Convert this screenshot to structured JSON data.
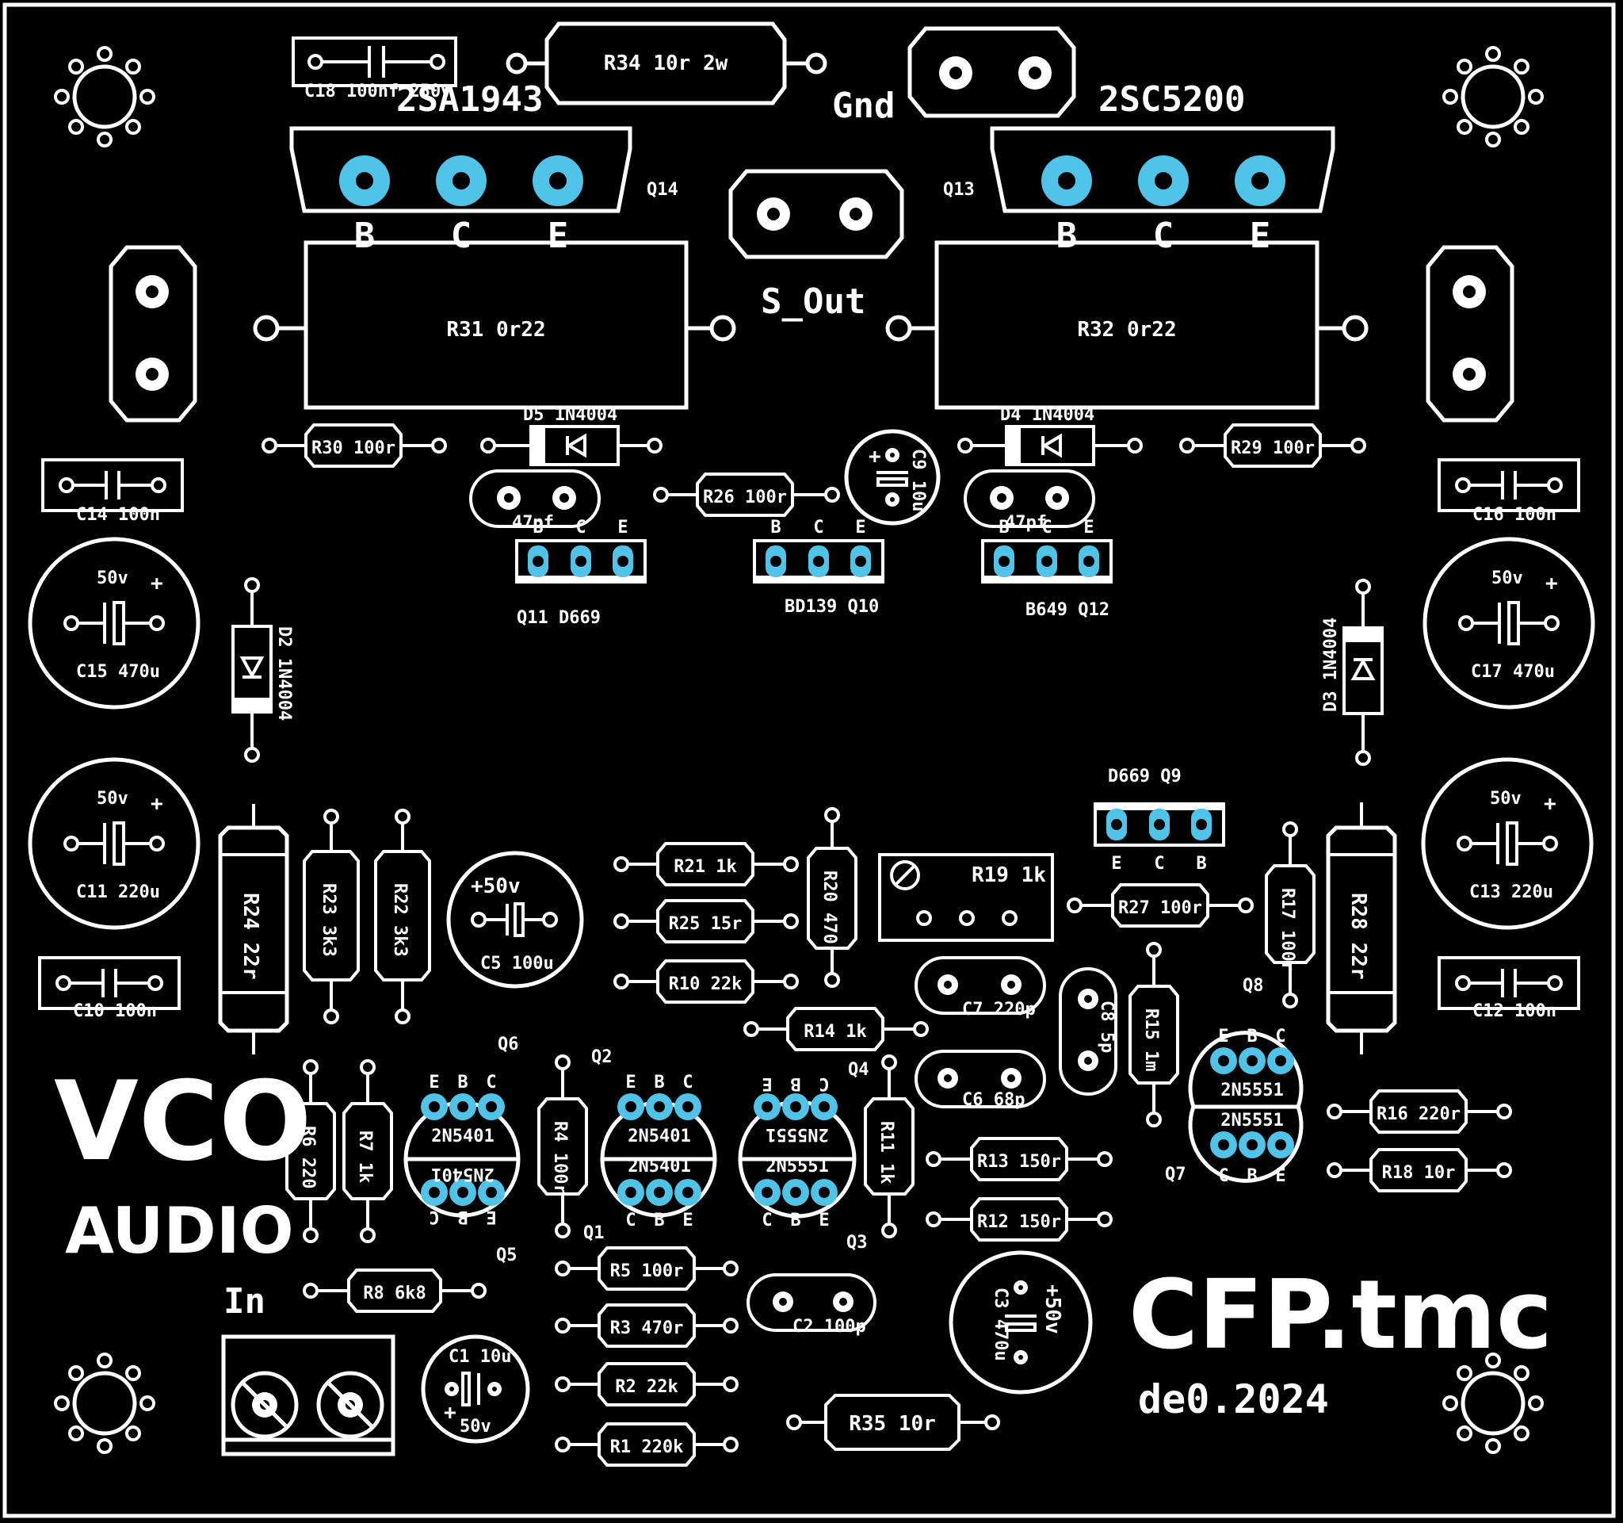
{
  "brand": {
    "line1": "VCO",
    "line2": "AUDIO"
  },
  "project": {
    "title": "CFP.tmc",
    "date": "de0.2024"
  },
  "colors": {
    "background": "#000000",
    "silkscreen": "#ffffff",
    "pad_highlight": "#4fc3e8"
  },
  "net_labels": {
    "gnd": "Gnd",
    "s_out": "S_Out",
    "in": "In"
  },
  "power_transistors": {
    "q14_part": "2SA1943",
    "q14_ref": "Q14",
    "q13_part": "2SC5200",
    "q13_ref": "Q13",
    "pins": [
      "B",
      "C",
      "E"
    ]
  },
  "resistors": {
    "R34": "R34 10r 2w",
    "R31": "R31 0r22",
    "R32": "R32 0r22",
    "R30": "R30 100r",
    "R29": "R29 100r",
    "R26": "R26 100r",
    "R24": "R24 22r",
    "R23": "R23 3k3",
    "R22": "R22 3k3",
    "R21": "R21 1k",
    "R25": "R25 15r",
    "R10": "R10 22k",
    "R20": "R20 470r",
    "R19": "R19 1k",
    "R27": "R27 100r",
    "R17": "R17 100r",
    "R28": "R28 22r",
    "R14": "R14 1k",
    "R15": "R15 1m",
    "R6": "R6 220",
    "R7": "R7 1k",
    "R4": "R4 100r",
    "R11": "R11 1k",
    "R16": "R16 220r",
    "R18": "R18 10r",
    "R13": "R13 150r",
    "R12": "R12 150r",
    "R8": "R8 6k8",
    "R5": "R5 100r",
    "R3": "R3 470r",
    "R2": "R2 22k",
    "R1": "R1 220k",
    "R35": "R35 10r"
  },
  "capacitors": {
    "C18": "C18 100nf 250v",
    "C14": "C14 100n",
    "C16": "C16 100n",
    "C10": "C10 100n",
    "C12": "C12 100n",
    "C15": "C15 470u",
    "C17": "C17 470u",
    "C11": "C11 220u",
    "C13": "C13 220u",
    "C9": "C9 10u",
    "C5": "C5 100u",
    "C3": "C3 470u",
    "C1": "C1 10u",
    "C7": "C7 220p",
    "C6": "C6 68p",
    "C8": "C8 5p",
    "C2": "C2 100p",
    "pf47": "47pf",
    "pf47b": "47pf",
    "v50": "50v",
    "v50p": "+50v",
    "plus": "+"
  },
  "diodes": {
    "D5": "D5 1N4004",
    "D4": "D4 1N4004",
    "D2": "D2 1N4004",
    "D3": "D3 1N4004"
  },
  "small_transistors": {
    "Q11": "Q11  D669",
    "Q10": "BD139  Q10",
    "Q12": "B649  Q12",
    "Q9": "D669  Q9",
    "Q6": "Q6",
    "Q5": "Q5",
    "Q2": "Q2",
    "Q1": "Q1",
    "Q4": "Q4",
    "Q3": "Q3",
    "Q8": "Q8",
    "Q7": "Q7",
    "p2n5401": "2N5401",
    "p2n5551": "2N5551",
    "B": "B",
    "C": "C",
    "E": "E"
  }
}
